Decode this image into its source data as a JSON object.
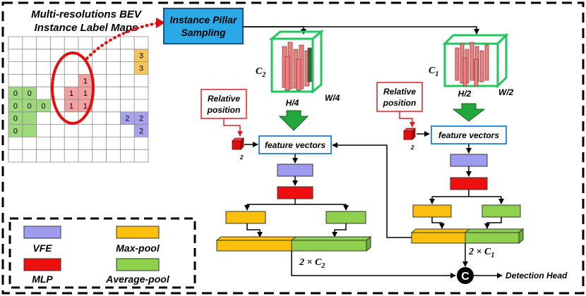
{
  "title": {
    "line1": "Multi-resolutions BEV",
    "line2": "Instance Label Maps"
  },
  "sampling_box": {
    "line1": "Instance Pillar",
    "line2": "Sampling"
  },
  "grid": {
    "rows": 10,
    "cols": 10,
    "cells": [
      {
        "r": 1,
        "c": 9,
        "v": "3",
        "color": "#f5c65b"
      },
      {
        "r": 2,
        "c": 9,
        "v": "3",
        "color": "#f5c65b"
      },
      {
        "r": 3,
        "c": 5,
        "v": "1",
        "color": "#f2a0a0"
      },
      {
        "r": 4,
        "c": 4,
        "v": "1",
        "color": "#f2a0a0"
      },
      {
        "r": 4,
        "c": 5,
        "v": "1",
        "color": "#f2a0a0"
      },
      {
        "r": 5,
        "c": 4,
        "v": "1",
        "color": "#f2a0a0"
      },
      {
        "r": 5,
        "c": 5,
        "v": "1",
        "color": "#f2a0a0"
      },
      {
        "r": 4,
        "c": 0,
        "v": "0",
        "color": "#9fd97d"
      },
      {
        "r": 4,
        "c": 1,
        "v": "0",
        "color": "#9fd97d"
      },
      {
        "r": 5,
        "c": 0,
        "v": "0",
        "color": "#9fd97d"
      },
      {
        "r": 5,
        "c": 1,
        "v": "0",
        "color": "#9fd97d"
      },
      {
        "r": 5,
        "c": 2,
        "v": "0",
        "color": "#9fd97d"
      },
      {
        "r": 6,
        "c": 0,
        "v": "0",
        "color": "#9fd97d"
      },
      {
        "r": 6,
        "c": 1,
        "v": "",
        "color": "#9fd97d"
      },
      {
        "r": 7,
        "c": 0,
        "v": "0",
        "color": "#9fd97d"
      },
      {
        "r": 7,
        "c": 1,
        "v": "",
        "color": "#9fd97d"
      },
      {
        "r": 6,
        "c": 8,
        "v": "2",
        "color": "#a7a3ee"
      },
      {
        "r": 6,
        "c": 9,
        "v": "2",
        "color": "#a7a3ee"
      },
      {
        "r": 7,
        "c": 9,
        "v": "2",
        "color": "#a7a3ee"
      }
    ]
  },
  "left_branch": {
    "dim_c": "C",
    "dim_c_sub": "2",
    "dim_w": "W/4",
    "dim_h": "H/4",
    "relative_line1": "Relative",
    "relative_line2": "position",
    "small_num": "2",
    "feature_label": "feature vectors",
    "concat_label": "2 × C",
    "concat_sub": "2"
  },
  "right_branch": {
    "dim_c": "C",
    "dim_c_sub": "1",
    "dim_w": "W/2",
    "dim_h": "H/2",
    "relative_line1": "Relative",
    "relative_line2": "position",
    "small_num": "2",
    "feature_label": "feature vectors",
    "concat_label": "2 × C",
    "concat_sub": "1"
  },
  "concat_node": "C",
  "output_label": "Detection Head",
  "legend": {
    "vfe": "VFE",
    "mlp": "MLP",
    "maxpool": "Max-pool",
    "avgpool": "Average-pool"
  },
  "colors": {
    "vfe": "#9e9cf0",
    "mlp": "#ee1010",
    "maxpool": "#fbbf0e",
    "avgpool": "#8fd14f",
    "sampling_box": "#2aa9e6",
    "relative_border": "#e02020",
    "feature_border": "#1f7fd0",
    "green_arrow": "#22a83a",
    "pillar": "#f08080",
    "cube_edge": "#22c55e"
  }
}
